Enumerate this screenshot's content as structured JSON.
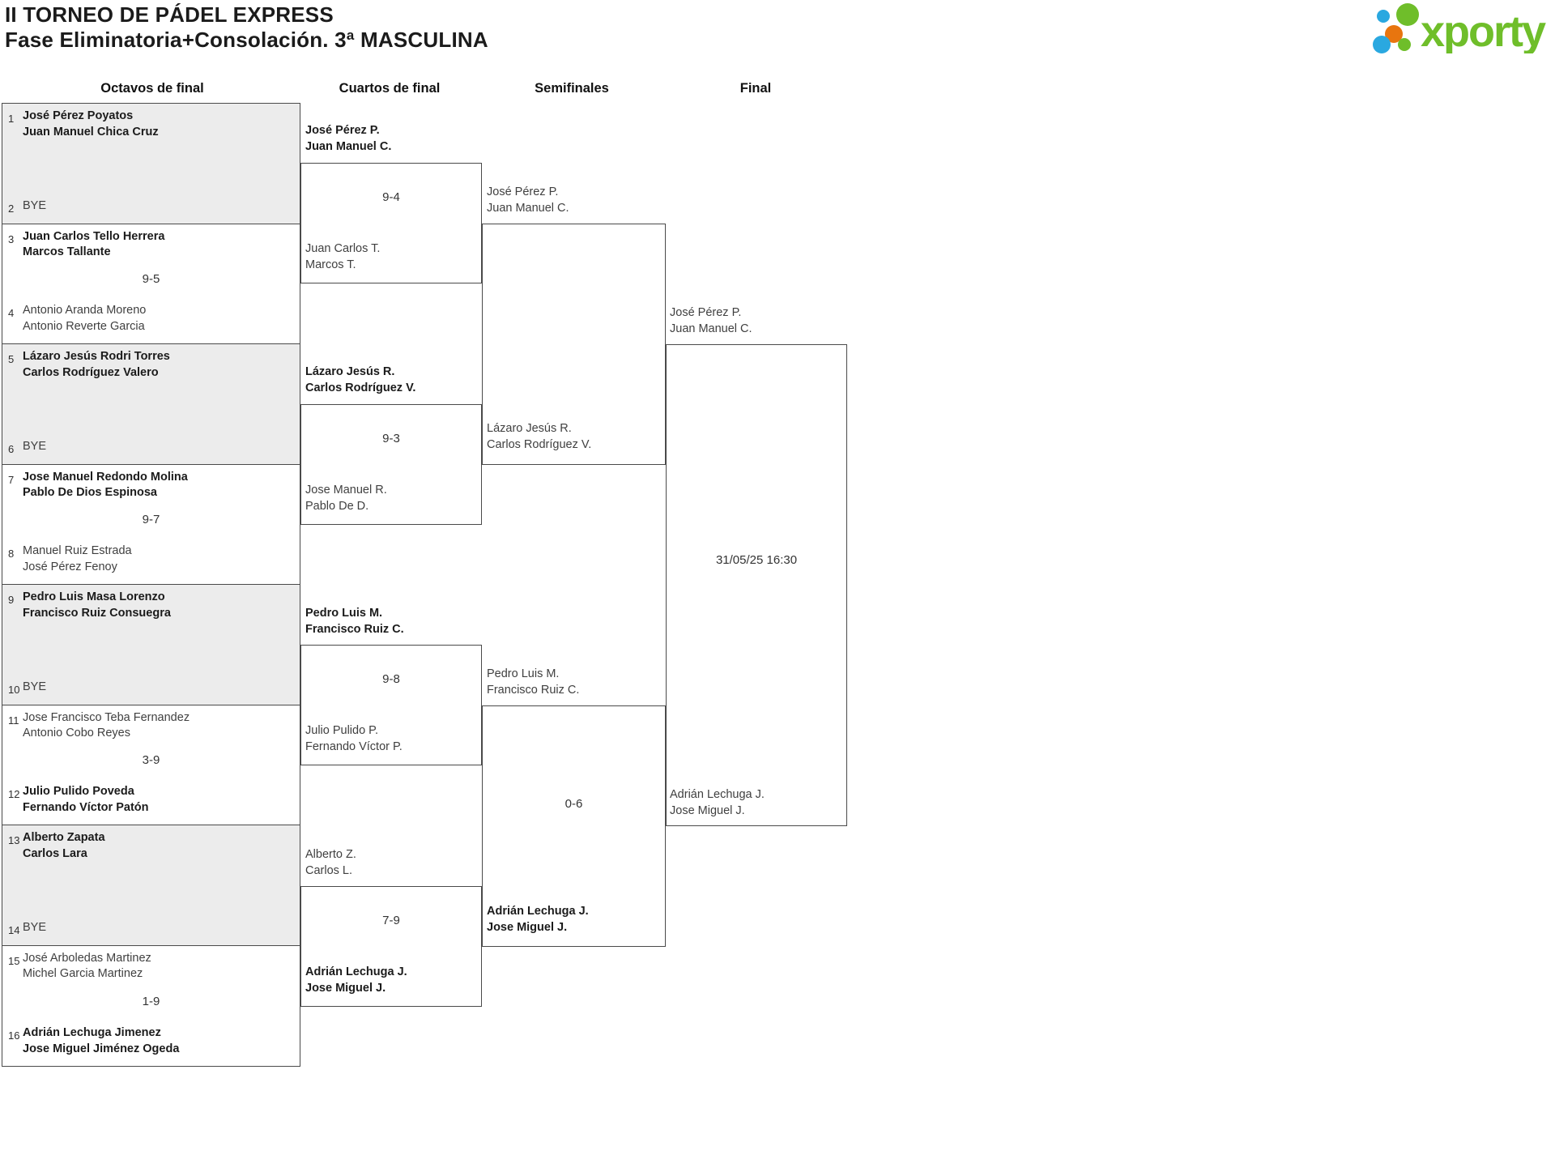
{
  "header": {
    "title": "II TORNEO DE PÁDEL EXPRESS",
    "subtitle": "Fase Eliminatoria+Consolación. 3ª MASCULINA",
    "logo": {
      "text": "xporty",
      "green": "#6fbe2a",
      "blue": "#2aa8e0",
      "orange": "#e8750f"
    }
  },
  "rounds": {
    "r16": "Octavos de final",
    "qf": "Cuartos de final",
    "sf": "Semifinales",
    "final": "Final"
  },
  "octavos": {
    "blocks": [
      {
        "shaded": true,
        "score": "",
        "top": {
          "seed": "1",
          "lines": [
            "José Pérez Poyatos",
            "Juan Manuel Chica Cruz"
          ],
          "bold": true
        },
        "bottom": {
          "seed": "2",
          "lines": [
            "BYE"
          ],
          "bold": false
        }
      },
      {
        "shaded": false,
        "score": "9-5",
        "top": {
          "seed": "3",
          "lines": [
            "Juan Carlos Tello Herrera",
            "Marcos Tallante"
          ],
          "bold": true
        },
        "bottom": {
          "seed": "4",
          "lines": [
            "Antonio Aranda Moreno",
            "Antonio Reverte Garcia"
          ],
          "bold": false
        }
      },
      {
        "shaded": true,
        "score": "",
        "top": {
          "seed": "5",
          "lines": [
            "Lázaro Jesús Rodri Torres",
            "Carlos Rodríguez Valero"
          ],
          "bold": true
        },
        "bottom": {
          "seed": "6",
          "lines": [
            "BYE"
          ],
          "bold": false
        }
      },
      {
        "shaded": false,
        "score": "9-7",
        "top": {
          "seed": "7",
          "lines": [
            "Jose Manuel Redondo Molina",
            "Pablo De Dios Espinosa"
          ],
          "bold": true
        },
        "bottom": {
          "seed": "8",
          "lines": [
            "Manuel Ruiz Estrada",
            "José Pérez Fenoy"
          ],
          "bold": false
        }
      },
      {
        "shaded": true,
        "score": "",
        "top": {
          "seed": "9",
          "lines": [
            "Pedro Luis Masa Lorenzo",
            "Francisco Ruiz Consuegra"
          ],
          "bold": true
        },
        "bottom": {
          "seed": "10",
          "lines": [
            "BYE"
          ],
          "bold": false
        }
      },
      {
        "shaded": false,
        "score": "3-9",
        "top": {
          "seed": "11",
          "lines": [
            "Jose Francisco Teba Fernandez",
            "Antonio Cobo Reyes"
          ],
          "bold": false
        },
        "bottom": {
          "seed": "12",
          "lines": [
            "Julio Pulido Poveda",
            "Fernando Víctor Patón"
          ],
          "bold": true
        }
      },
      {
        "shaded": true,
        "score": "",
        "top": {
          "seed": "13",
          "lines": [
            "Alberto Zapata",
            "Carlos Lara"
          ],
          "bold": true
        },
        "bottom": {
          "seed": "14",
          "lines": [
            "BYE"
          ],
          "bold": false
        }
      },
      {
        "shaded": false,
        "score": "1-9",
        "top": {
          "seed": "15",
          "lines": [
            "José Arboledas Martinez",
            "Michel Garcia Martinez"
          ],
          "bold": false
        },
        "bottom": {
          "seed": "16",
          "lines": [
            "Adrián Lechuga Jimenez",
            "Jose Miguel Jiménez Ogeda"
          ],
          "bold": true
        }
      }
    ]
  },
  "cuartos": {
    "matches": [
      {
        "score": "9-4",
        "top": {
          "lines": [
            "José Pérez P.",
            "Juan Manuel C."
          ],
          "bold": true
        },
        "bottom": {
          "lines": [
            "Juan Carlos T.",
            "Marcos T."
          ],
          "bold": false
        }
      },
      {
        "score": "9-3",
        "top": {
          "lines": [
            "Lázaro Jesús R.",
            "Carlos Rodríguez V."
          ],
          "bold": true
        },
        "bottom": {
          "lines": [
            "Jose Manuel R.",
            "Pablo De D."
          ],
          "bold": false
        }
      },
      {
        "score": "9-8",
        "top": {
          "lines": [
            "Pedro Luis M.",
            "Francisco Ruiz C."
          ],
          "bold": true
        },
        "bottom": {
          "lines": [
            "Julio Pulido P.",
            "Fernando Víctor P."
          ],
          "bold": false
        }
      },
      {
        "score": "7-9",
        "top": {
          "lines": [
            "Alberto Z.",
            "Carlos L."
          ],
          "bold": false
        },
        "bottom": {
          "lines": [
            "Adrián Lechuga J.",
            "Jose Miguel J."
          ],
          "bold": true
        }
      }
    ]
  },
  "semifinales": {
    "matches": [
      {
        "score": "",
        "top": {
          "lines": [
            "José Pérez P.",
            "Juan Manuel C."
          ],
          "bold": false
        },
        "bottom": {
          "lines": [
            "Lázaro Jesús R.",
            "Carlos Rodríguez V."
          ],
          "bold": false
        }
      },
      {
        "score": "0-6",
        "top": {
          "lines": [
            "Pedro Luis M.",
            "Francisco Ruiz C."
          ],
          "bold": false
        },
        "bottom": {
          "lines": [
            "Adrián Lechuga J.",
            "Jose Miguel J."
          ],
          "bold": true
        }
      }
    ]
  },
  "final": {
    "schedule": "31/05/25 16:30",
    "top": {
      "lines": [
        "José Pérez P.",
        "Juan Manuel C."
      ],
      "bold": false
    },
    "bottom": {
      "lines": [
        "Adrián Lechuga J.",
        "Jose Miguel J."
      ],
      "bold": false
    }
  }
}
